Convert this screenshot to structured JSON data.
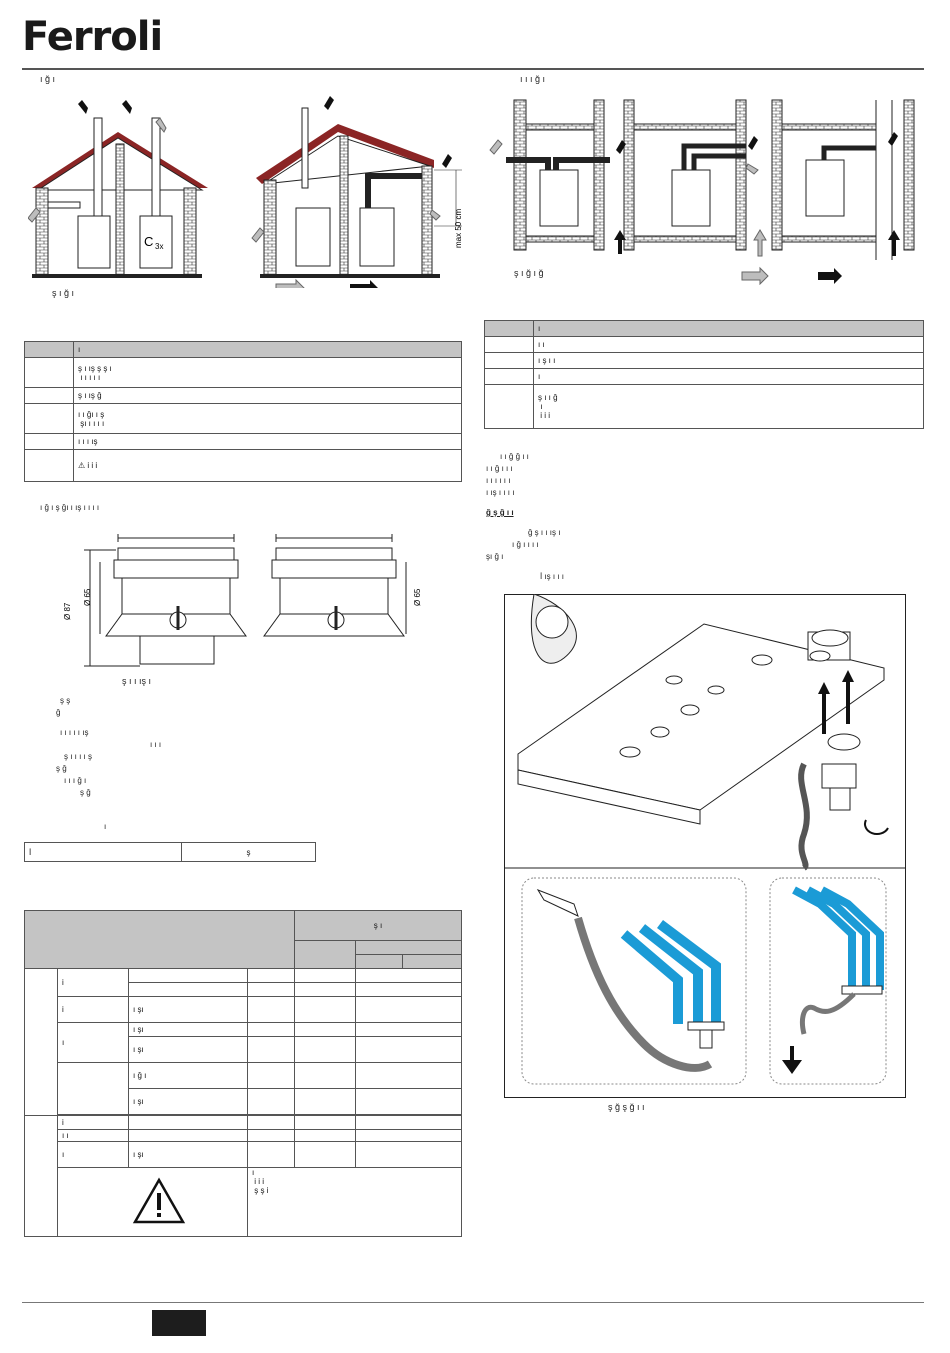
{
  "header": {
    "logo_text": "Ferroli"
  },
  "left": {
    "fig1_heading": "ı ğ ı",
    "fig1_caption": "ş ı ğ ı",
    "fig1_c3x_label": "C",
    "fig1_c3x_sub": "3x",
    "fig1_max_label": "max 50 cm",
    "table1_header": "ı",
    "table1_rows": [
      [
        "",
        "ş ı ış ş ş ı\n ı ı ı ı ı"
      ],
      [
        "",
        "ş ı ış ğ"
      ],
      [
        "",
        "ı ı ğı ı ş\n şı ı ı ı ı"
      ],
      [
        "",
        "ı ı ı ış"
      ],
      [
        "",
        "i i i"
      ]
    ],
    "para_after_table1": "ı ğ ı ş ğı ı ış ı ı ı ı",
    "fig2_dim1": "Ø 87",
    "fig2_dim2": "Ø 65",
    "fig2_dim3": "Ø 65",
    "fig2_caption": "ş ı ı ış ı",
    "body_lines": [
      "ş ş",
      "ğ",
      "ı ı ı ı ı ış",
      "ı ı ı",
      "ş ı ı ı ı ş",
      "ş ğ",
      "ı ı ı ğ ı",
      "ş ğ"
    ],
    "small_label": "ı",
    "small_table": [
      "İ",
      "ş"
    ],
    "big_table_header": "ş ı",
    "big_table_rows": [
      [
        "i",
        "",
        "",
        ""
      ],
      [
        "ı şı",
        "",
        "",
        ""
      ],
      [
        "i",
        "",
        "",
        ""
      ],
      [
        "ı",
        "ı şı",
        "",
        ""
      ],
      [
        "",
        "ı şı",
        "",
        ""
      ],
      [
        "",
        "ı ğ ı",
        "",
        ""
      ],
      [
        "",
        "ı şı",
        "",
        ""
      ],
      [
        "i",
        "",
        "",
        ""
      ],
      [
        "ı ı",
        "",
        "",
        ""
      ],
      [
        "ı",
        "ı şı",
        "",
        ""
      ]
    ],
    "warning_text": "ı\n i i i\n ş ş i"
  },
  "right": {
    "fig3_heading": "ı ı ı ğ ı",
    "fig3_caption": "ş ı ğ ı ğ",
    "table2_header": "ı",
    "table2_rows": [
      [
        "",
        "ı ı"
      ],
      [
        "",
        "ı ş ı ı"
      ],
      [
        "",
        "ı"
      ],
      [
        "",
        "ş ı ı ğ\n ı\n i i i"
      ]
    ],
    "paragraph": [
      "ı ı ğ ğ ı ı",
      "ı ı ğ ı ı ı",
      "ı ı ı ı ı ı",
      "ı ış ı ı ı ı"
    ],
    "subheading": "ğ ş ğ ı ı",
    "paragraph2": [
      "ğ ş ı ı ış ı",
      "ı ğ ı ı ı ı",
      "şı ğ ı",
      "İ ış ı ı ı"
    ],
    "fig4_caption": "ş ğ ş ğ ı ı"
  },
  "colors": {
    "roof": "#8b2525",
    "pipe_blue": "#1b9bd6",
    "header_grey": "#c4c4c4",
    "arrow_dark": "#111111",
    "arrow_light": "#bdbdbd"
  }
}
